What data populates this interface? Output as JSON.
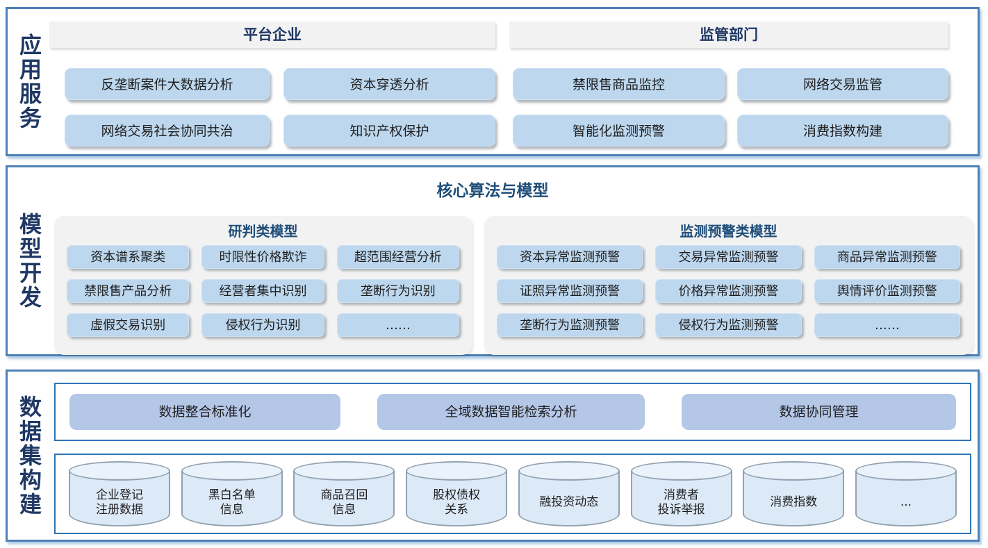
{
  "palette": {
    "frame_border": "#4e80b4",
    "inner_box_border": "#2e75b6",
    "navy_text": "#1f3864",
    "title_navy": "#1f4e79",
    "button_fill": "#bdd7ee",
    "pill_fill": "#b4c7e7",
    "cylinder_fill": "#dce9f6",
    "header_gray": "#f2f2f2"
  },
  "sections": {
    "app": {
      "label": "应用服务",
      "groups": [
        {
          "header": "平台企业",
          "buttons": [
            "反垄断案件大数据分析",
            "资本穿透分析",
            "网络交易社会协同共治",
            "知识产权保护"
          ]
        },
        {
          "header": "监管部门",
          "buttons": [
            "禁限售商品监控",
            "网络交易监管",
            "智能化监测预警",
            "消费指数构建"
          ]
        }
      ]
    },
    "model": {
      "label": "模型开发",
      "title": "核心算法与模型",
      "panels": [
        {
          "title": "研判类模型",
          "buttons": [
            "资本谱系聚类",
            "时限性价格欺诈",
            "超范围经营分析",
            "禁限售产品分析",
            "经营者集中识别",
            "垄断行为识别",
            "虚假交易识别",
            "侵权行为识别",
            "……"
          ]
        },
        {
          "title": "监测预警类模型",
          "buttons": [
            "资本异常监测预警",
            "交易异常监测预警",
            "商品异常监测预警",
            "证照异常监测预警",
            "价格异常监测预警",
            "舆情评价监测预警",
            "垄断行为监测预警",
            "侵权行为监测预警",
            "……"
          ]
        }
      ]
    },
    "data": {
      "label": "数据集构建",
      "capabilities": [
        "数据整合标准化",
        "全域数据智能检索分析",
        "数据协同管理"
      ],
      "datasets": [
        "企业登记\n注册数据",
        "黑白名单\n信息",
        "商品召回\n信息",
        "股权债权\n关系",
        "融投资动态",
        "消费者\n投诉举报",
        "消费指数",
        "..."
      ]
    }
  }
}
